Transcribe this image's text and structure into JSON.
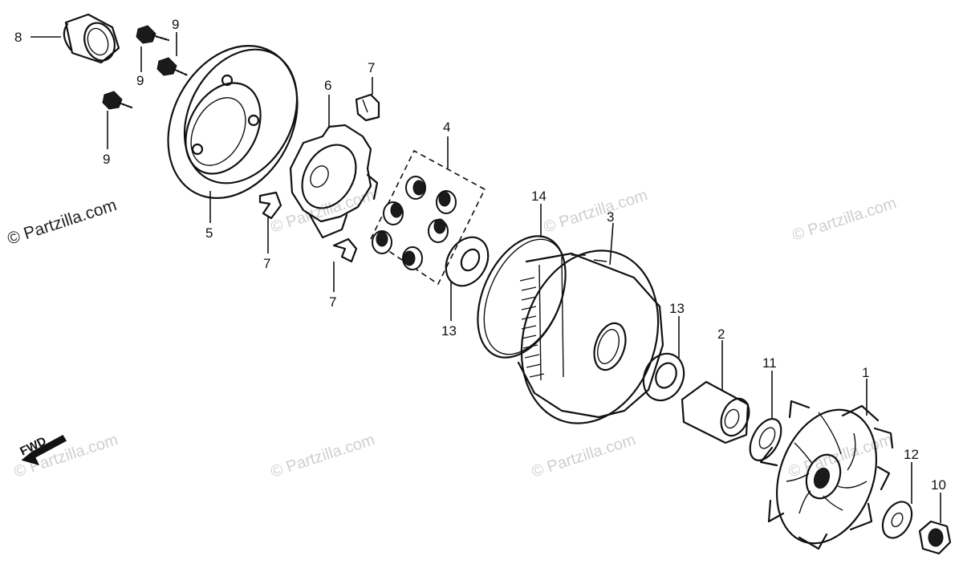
{
  "diagram": {
    "callouts": {
      "c1": "1",
      "c2": "2",
      "c3": "3",
      "c4": "4",
      "c5": "5",
      "c6": "6",
      "c7a": "7",
      "c7b": "7",
      "c7c": "7",
      "c8": "8",
      "c9a": "9",
      "c9b": "9",
      "c9c": "9",
      "c10": "10",
      "c11": "11",
      "c12": "12",
      "c13a": "13",
      "c13b": "13",
      "c14": "14"
    },
    "direction_label": "FWD",
    "watermark_main": "© Partzilla.com",
    "watermark_faint": "© Partzilla.com"
  }
}
